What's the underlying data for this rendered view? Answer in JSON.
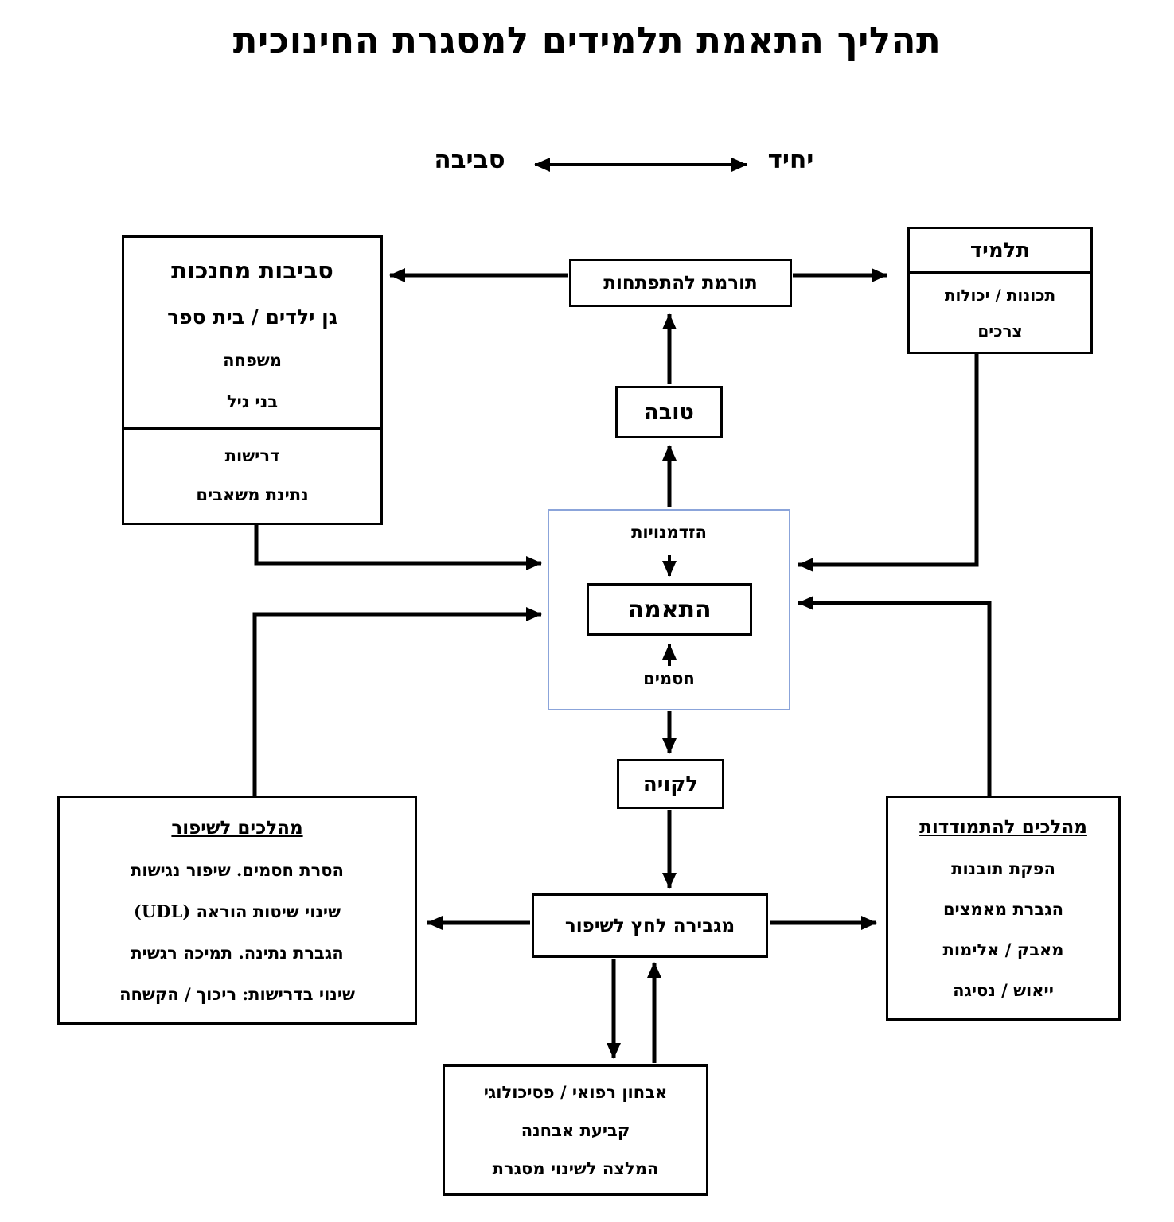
{
  "colors": {
    "line": "#000000",
    "fit_border": "#8ba4da"
  },
  "title": "תהליך התאמת תלמידים למסגרת החינוכית",
  "axis": {
    "environment": "סביבה",
    "individual": "יחיד"
  },
  "environments_box": {
    "title": "סביבות מחנכות",
    "subtitle": "גן ילדים / בית ספר",
    "items": [
      "משפחה",
      "בני גיל"
    ],
    "lower_items": [
      "דרישות",
      "נתינת משאבים"
    ]
  },
  "student_box": {
    "title": "תלמיד",
    "items": [
      "תכונות / יכולות",
      "צרכים"
    ]
  },
  "contributes_box": {
    "label": "תורמת להתפתחות"
  },
  "good_box": {
    "label": "טובה"
  },
  "fit_box": {
    "opportunities": "הזדמנויות",
    "fit": "התאמה",
    "barriers": "חסמים"
  },
  "deficient_box": {
    "label": "לקויה"
  },
  "pressure_box": {
    "label": "מגבירה לחץ לשיפור"
  },
  "improvement_box": {
    "title": "מהלכים לשיפור",
    "items": [
      "הסרת חסמים. שיפור נגישות",
      "שינוי שיטות הוראה (UDL)",
      "הגברת נתינה. תמיכה רגשית",
      "שינוי בדרישות: ריכוך / הקשחה"
    ]
  },
  "coping_box": {
    "title": "מהלכים להתמודדות",
    "items": [
      "הפקת תובנות",
      "הגברת מאמצים",
      "מאבק / אלימות",
      "ייאוש / נסיגה"
    ]
  },
  "diagnosis_box": {
    "items": [
      "אבחון רפואי / פסיכולוגי",
      "קביעת אבחנה",
      "המלצה לשינוי מסגרת"
    ]
  }
}
